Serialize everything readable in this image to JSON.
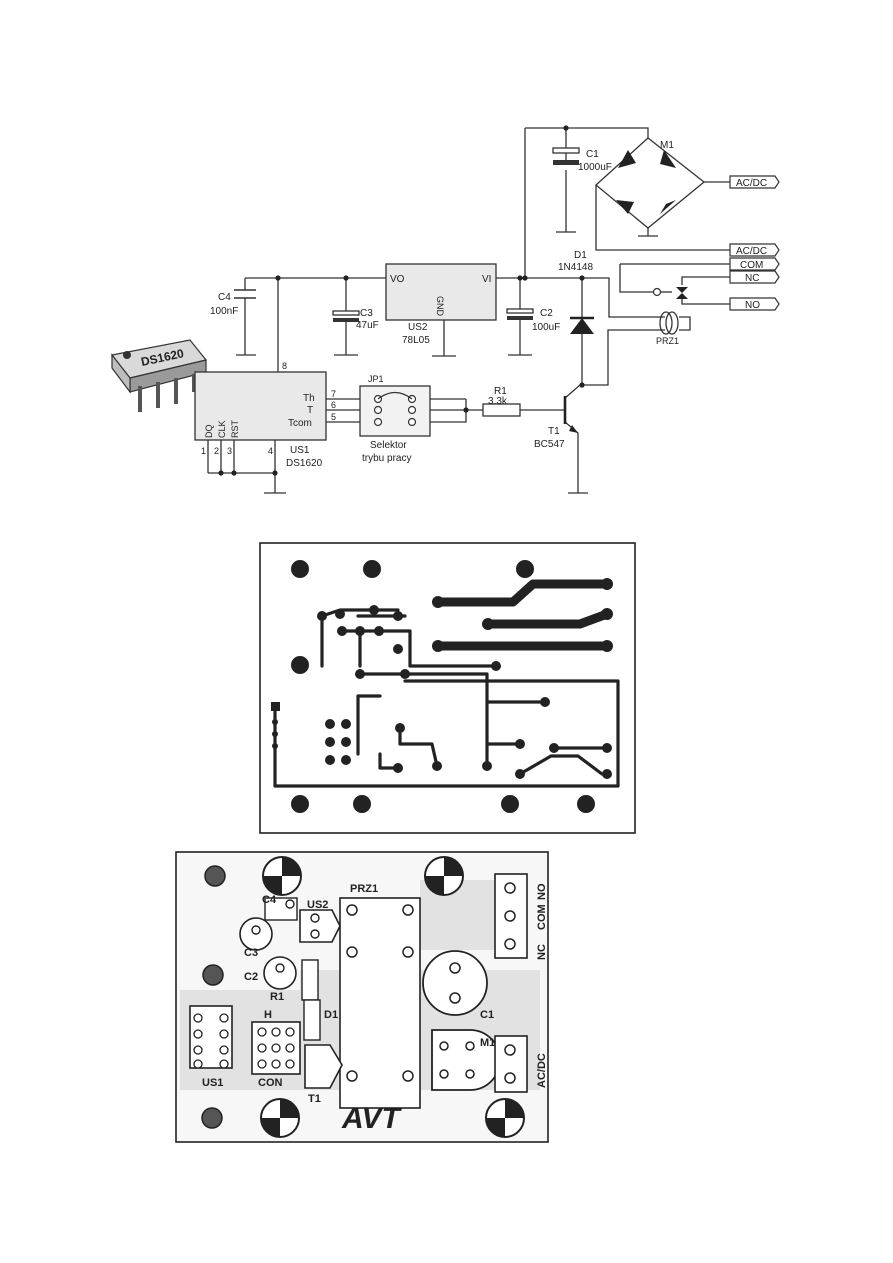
{
  "schematic": {
    "chip_marking": "DS1620",
    "components": {
      "c1": {
        "ref": "C1",
        "value": "1000uF"
      },
      "m1": {
        "ref": "M1"
      },
      "d1": {
        "ref": "D1",
        "value": "1N4148"
      },
      "c4": {
        "ref": "C4",
        "value": "100nF"
      },
      "c3": {
        "ref": "C3",
        "value": "47uF"
      },
      "us2": {
        "ref": "US2",
        "value": "78L05",
        "pin_vo": "VO",
        "pin_vi": "VI",
        "pin_gnd": "GND"
      },
      "c2": {
        "ref": "C2",
        "value": "100uF"
      },
      "prz1": {
        "ref": "PRZ1"
      },
      "jp1": {
        "ref": "JP1"
      },
      "r1": {
        "ref": "R1",
        "value": "3.3k"
      },
      "t1": {
        "ref": "T1",
        "value": "BC547"
      },
      "us1": {
        "ref": "US1",
        "value": "DS1620",
        "pins": {
          "th": "Th",
          "t": "T",
          "tcom": "Tcom",
          "dq": "DQ",
          "clk": "CLK",
          "rst": "RST"
        },
        "pin_numbers": {
          "p8": "8",
          "p7": "7",
          "p6": "6",
          "p5": "5",
          "p1": "1",
          "p2": "2",
          "p3": "3",
          "p4": "4"
        }
      }
    },
    "selector_line1": "Selektor",
    "selector_line2": "trybu pracy",
    "connectors": {
      "acdc_top": "AC/DC",
      "acdc": "AC/DC",
      "com": "COM",
      "nc": "NC",
      "no": "NO"
    }
  },
  "assembly": {
    "labels": {
      "c4": "C4",
      "us2": "US2",
      "prz1": "PRZ1",
      "c3": "C3",
      "c2": "C2",
      "r1": "R1",
      "d1": "D1",
      "th": "H",
      "us1": "US1",
      "con": "CON",
      "t1": "T1",
      "c1": "C1",
      "m1": "M1",
      "no": "NO",
      "com": "COM",
      "nc": "NC",
      "acdc": "AC/DC",
      "logo": "AVT"
    }
  }
}
